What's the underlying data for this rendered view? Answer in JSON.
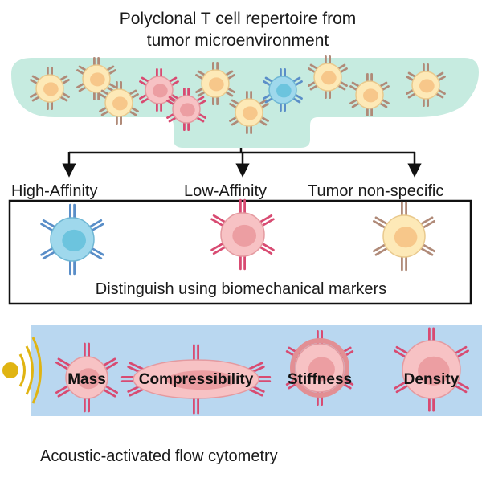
{
  "title_line1": "Polyclonal T cell repertoire from",
  "title_line2": "tumor microenvironment",
  "branches": {
    "high": "High-Affinity",
    "low": "Low-Affinity",
    "nonspecific": "Tumor non-specific"
  },
  "distinguish_text": "Distinguish using biomechanical markers",
  "markers": {
    "mass": "Mass",
    "compressibility": "Compressibility",
    "stiffness": "Stiffness",
    "density": "Density"
  },
  "footer": "Acoustic-activated flow cytometry",
  "colors": {
    "tme_fill": "#c6ebe0",
    "panel_fill": "#b9d7f0",
    "box_border": "#111111",
    "arrow": "#111111",
    "acoustic_gold": "#e0b412",
    "yellow_cell": "#fde9b7",
    "yellow_nucleus": "#f7c78a",
    "blue_cell": "#9fd8ec",
    "blue_nucleus": "#6cc4de",
    "pink_cell": "#f7c2c4",
    "pink_nucleus": "#ec9ea2",
    "receptor_blue": "#5a8ec8",
    "receptor_pink": "#d84b72",
    "receptor_tan": "#b08a78"
  }
}
